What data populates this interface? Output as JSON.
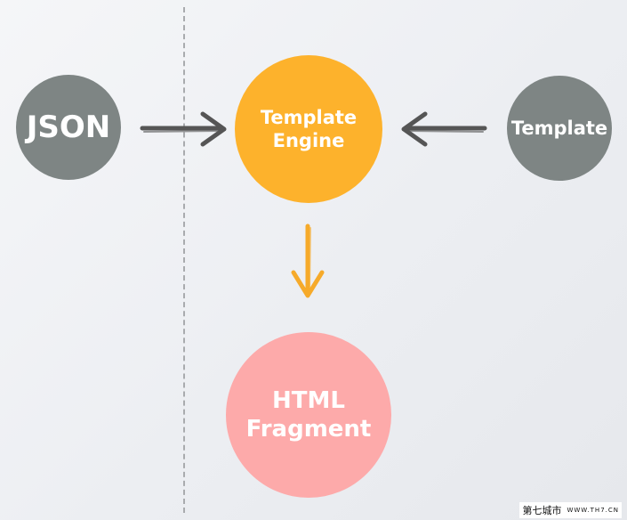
{
  "nodes": {
    "json": {
      "label": "JSON"
    },
    "engine": {
      "line1": "Template",
      "line2": "Engine"
    },
    "template": {
      "label": "Template"
    },
    "fragment": {
      "line1": "HTML",
      "line2": "Fragment"
    }
  },
  "colors": {
    "gray_node": "#7e8584",
    "engine_node": "#fdb22c",
    "fragment_node": "#fdaaaa",
    "arrow_gray": "#555555",
    "arrow_orange": "#f6aa2a",
    "divider": "#a9abae"
  },
  "watermark": {
    "site_name": "第七城市",
    "url": "WWW.TH7.CN"
  }
}
